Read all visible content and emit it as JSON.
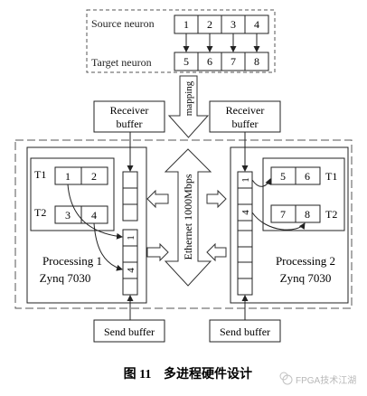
{
  "mapping_panel": {
    "source_label": "Source neuron",
    "target_label": "Target neuron",
    "source_cells": [
      "1",
      "2",
      "3",
      "4"
    ],
    "target_cells": [
      "5",
      "6",
      "7",
      "8"
    ],
    "mapping_label": "mapping"
  },
  "buffers": {
    "receiver_left": [
      "Receiver",
      "buffer"
    ],
    "receiver_right": [
      "Receiver",
      "buffer"
    ],
    "send_left": "Send buffer",
    "send_right": "Send buffer"
  },
  "ethernet_label": "Ethernet 1000Mbps",
  "node_left": {
    "rows": [
      {
        "label": "T1",
        "cells": [
          "1",
          "2"
        ]
      },
      {
        "label": "T2",
        "cells": [
          "3",
          "4"
        ]
      }
    ],
    "queue_cells": [
      "1",
      "4"
    ],
    "title": "Processing 1",
    "chip": "Zynq 7030"
  },
  "node_right": {
    "rows": [
      {
        "label": "T1",
        "cells": [
          "5",
          "6"
        ]
      },
      {
        "label": "T2",
        "cells": [
          "7",
          "8"
        ]
      }
    ],
    "queue_cells": [
      "1",
      "4"
    ],
    "title": "Processing 2",
    "chip": "Zynq 7030"
  },
  "caption": {
    "figure": "图 11",
    "title": "多进程硬件设计"
  },
  "watermark": "FPGA技术江湖"
}
